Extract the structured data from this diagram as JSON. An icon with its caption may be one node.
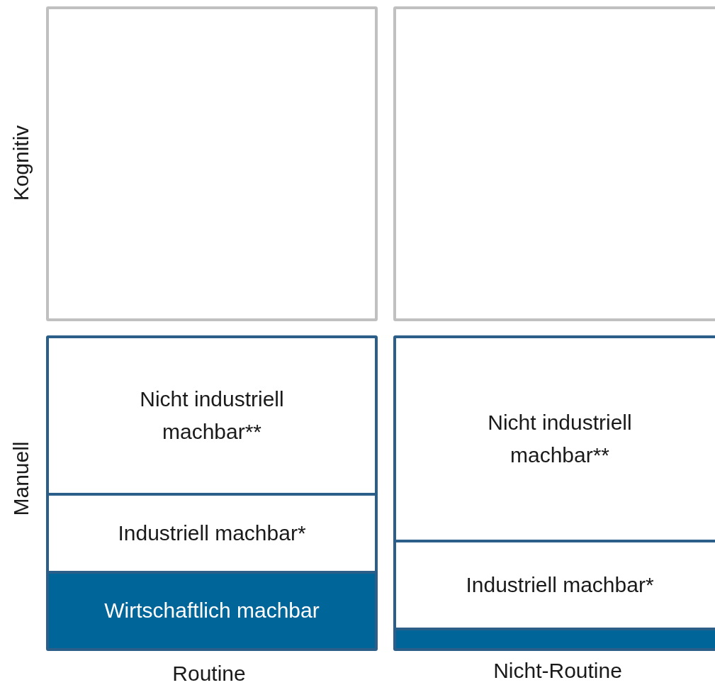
{
  "diagram": {
    "nodes": [
      {
        "text": [],
        "shape": "box"
      },
      {
        "text": [],
        "shape": "box"
      },
      {
        "text": [],
        "shape": "box"
      },
      {
        "text": [
          "Nicht industriell machbar**"
        ],
        "in": 2
      },
      {
        "text": [
          "Industriell machbar*"
        ],
        "in": 2
      },
      {
        "text": [
          "Wirtschaftlich machbar"
        ],
        "in": 2
      },
      {
        "text": [],
        "shape": "box"
      },
      {
        "text": [
          "Nicht industriell machbar**"
        ],
        "in": 6
      },
      {
        "text": [
          "Industriell machbar*"
        ],
        "in": 6
      },
      {
        "text": [],
        "shape": "bar",
        "in": 6
      }
    ],
    "edges": [],
    "labels": [
      "Kognitiv",
      "Manuell",
      "Routine",
      "Nicht-Routine"
    ]
  }
}
